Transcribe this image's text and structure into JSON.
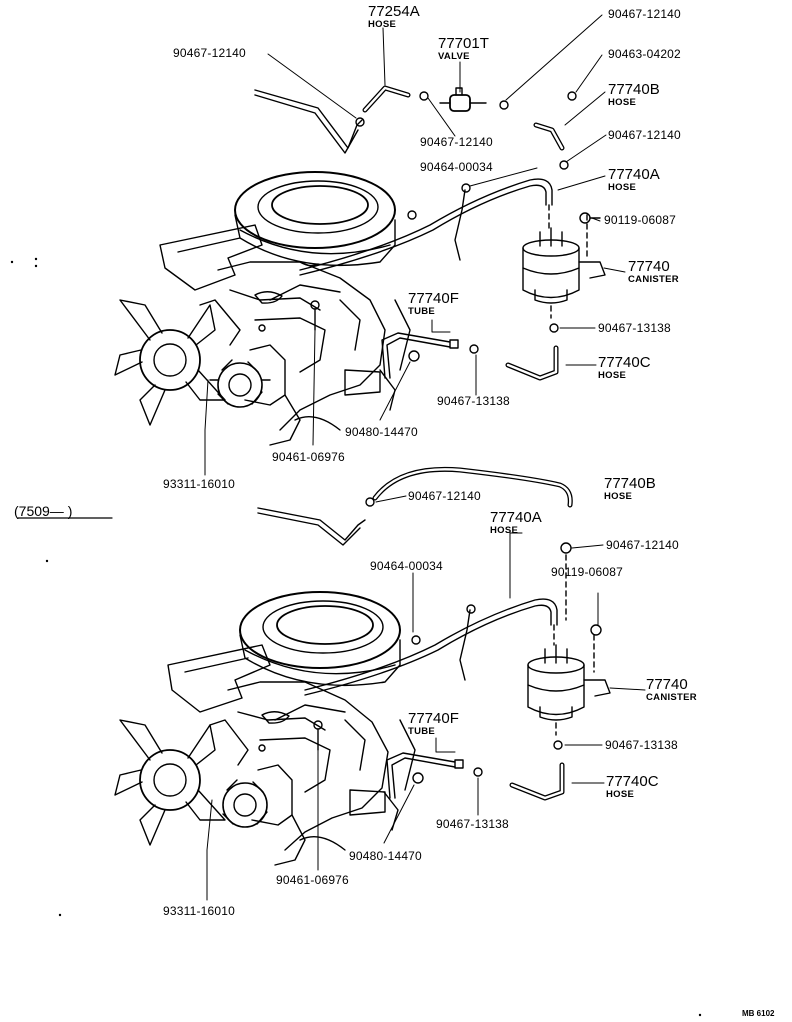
{
  "top": {
    "labels": {
      "p77254A": {
        "pn": "77254A",
        "desc": "HOSE"
      },
      "p77701T": {
        "pn": "77701T",
        "desc": "VALVE"
      },
      "p12140_tr": "90467-12140",
      "p04202": "90463-04202",
      "p77740B": {
        "pn": "77740B",
        "desc": "HOSE"
      },
      "p12140_l": "90467-12140",
      "p12140_r": "90467-12140",
      "p12140_m": "90467-12140",
      "p00034": "90464-00034",
      "p77740A": {
        "pn": "77740A",
        "desc": "HOSE"
      },
      "p06087": "90119-06087",
      "p77740": {
        "pn": "77740",
        "desc": "CANISTER"
      },
      "p77740F": {
        "pn": "77740F",
        "desc": "TUBE"
      },
      "p13138_r": "90467-13138",
      "p77740C": {
        "pn": "77740C",
        "desc": "HOSE"
      },
      "p13138_b": "90467-13138",
      "p14470": "90480-14470",
      "p06976": "90461-06976",
      "p16010": "93311-16010"
    }
  },
  "bottom": {
    "date_range": "(7509—       )",
    "labels": {
      "p77740B": {
        "pn": "77740B",
        "desc": "HOSE"
      },
      "p12140_a": "90467-12140",
      "p77740A": {
        "pn": "77740A",
        "desc": "HOSE"
      },
      "p12140_b": "90467-12140",
      "p06087": "90119-06087",
      "p00034": "90464-00034",
      "p77740": {
        "pn": "77740",
        "desc": "CANISTER"
      },
      "p77740F": {
        "pn": "77740F",
        "desc": "TUBE"
      },
      "p13138_r": "90467-13138",
      "p77740C": {
        "pn": "77740C",
        "desc": "HOSE"
      },
      "p13138_b": "90467-13138",
      "p14470": "90480-14470",
      "p06976": "90461-06976",
      "p16010": "93311-16010"
    }
  },
  "drawing_code": "MB 6102",
  "colors": {
    "ink": "#000000",
    "paper": "#ffffff"
  }
}
